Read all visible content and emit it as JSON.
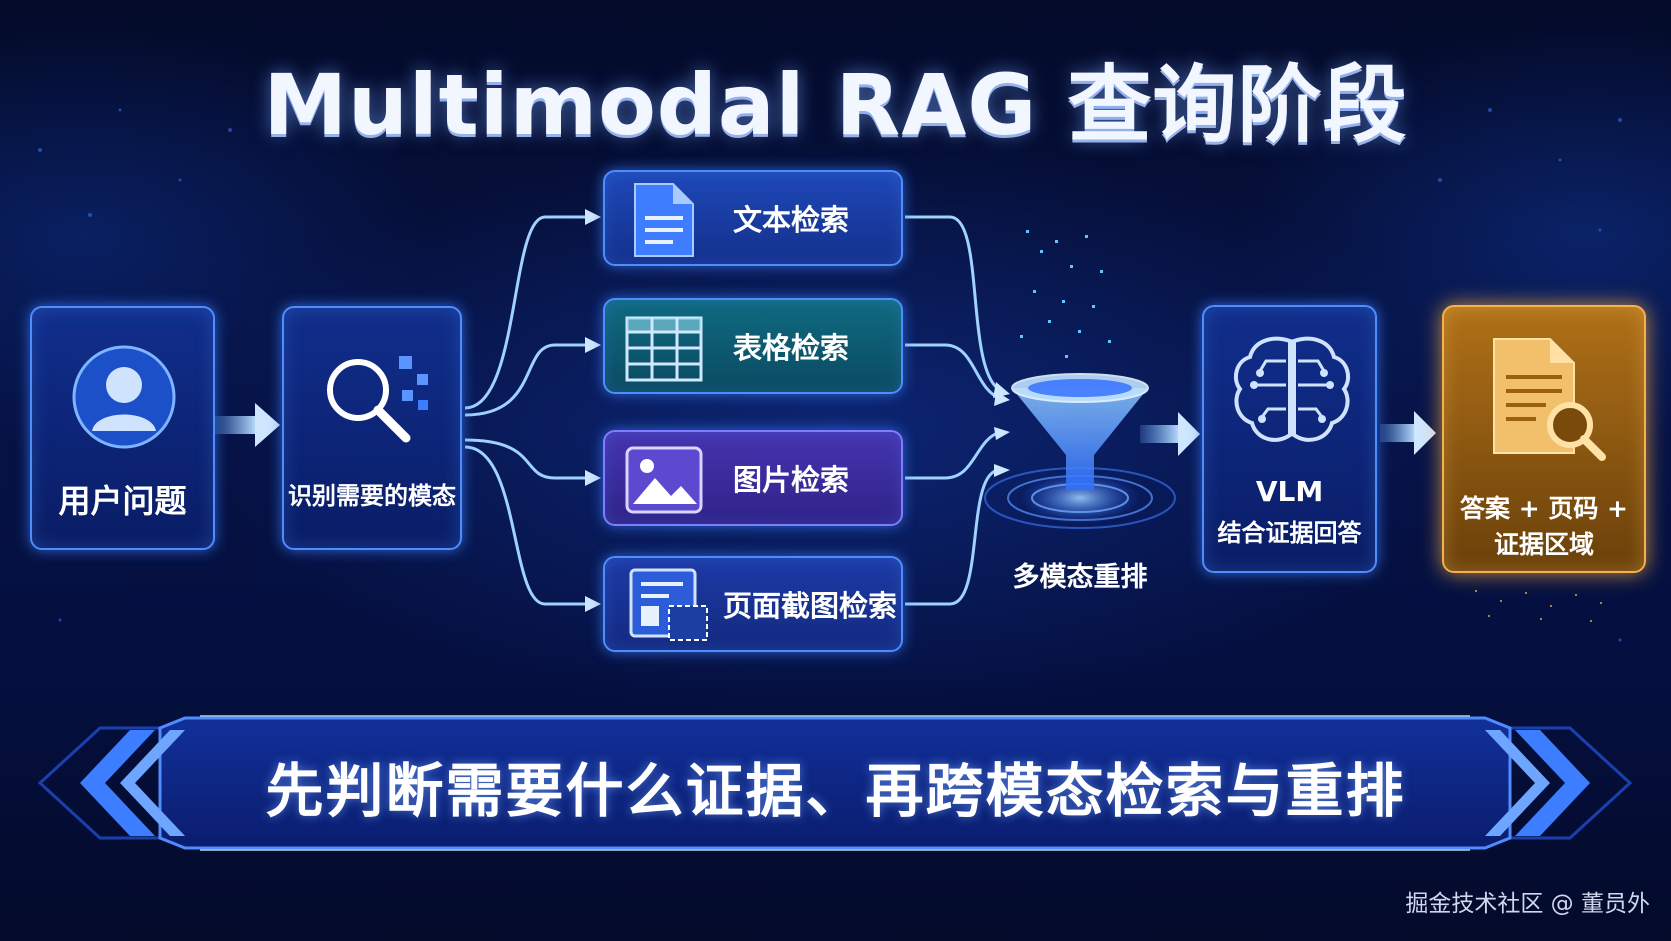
{
  "title": "Multimodal RAG 查询阶段",
  "nodes": {
    "user_question": "用户问题",
    "identify_modality": "识别需要的模态",
    "rerank": "多模态重排",
    "vlm_name": "VLM",
    "vlm_desc": "结合证据回答",
    "output_line1": "答案 + 页码 +",
    "output_line2": "证据区域"
  },
  "retrievals": [
    {
      "label": "文本检索",
      "icon": "document-icon"
    },
    {
      "label": "表格检索",
      "icon": "table-icon"
    },
    {
      "label": "图片检索",
      "icon": "image-icon"
    },
    {
      "label": "页面截图检索",
      "icon": "page-screenshot-icon"
    }
  ],
  "banner": "先判断需要什么证据、再跨模态检索与重排",
  "watermark": "掘金技术社区 @ 董员外",
  "colors": {
    "accent": "#4f8dff",
    "text_box": "#1a3fa0",
    "table_box": "#0d5a6e",
    "image_box": "#3b2d9e",
    "screenshot_box": "#1b3190",
    "output": "#f2a93b"
  }
}
